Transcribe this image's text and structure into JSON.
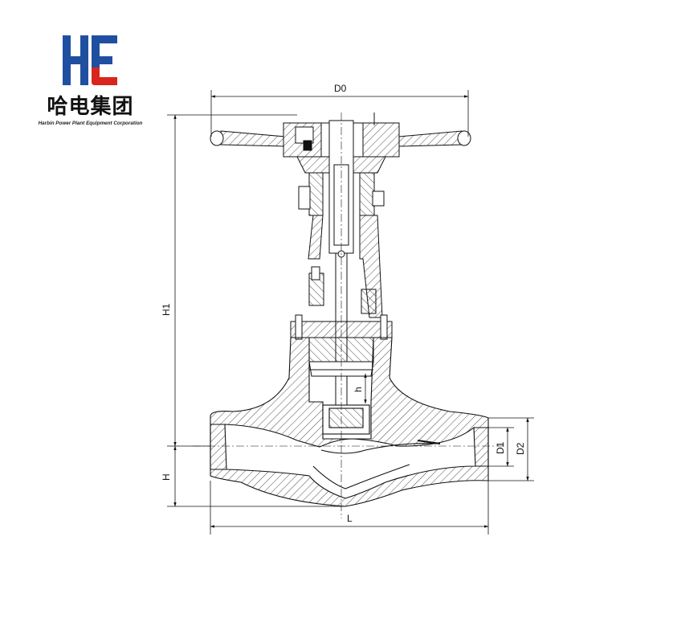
{
  "logo": {
    "chinese_name": "哈电集团",
    "english_name": "Harbin Power Plant Equipment Corporation",
    "colors": {
      "blue": "#1f4fa0",
      "red": "#d9251d"
    }
  },
  "dimensions": {
    "d0": "D0",
    "h1": "H1",
    "h": "H",
    "l": "L",
    "d1": "D1",
    "d2": "D2",
    "stroke_label": "h"
  }
}
